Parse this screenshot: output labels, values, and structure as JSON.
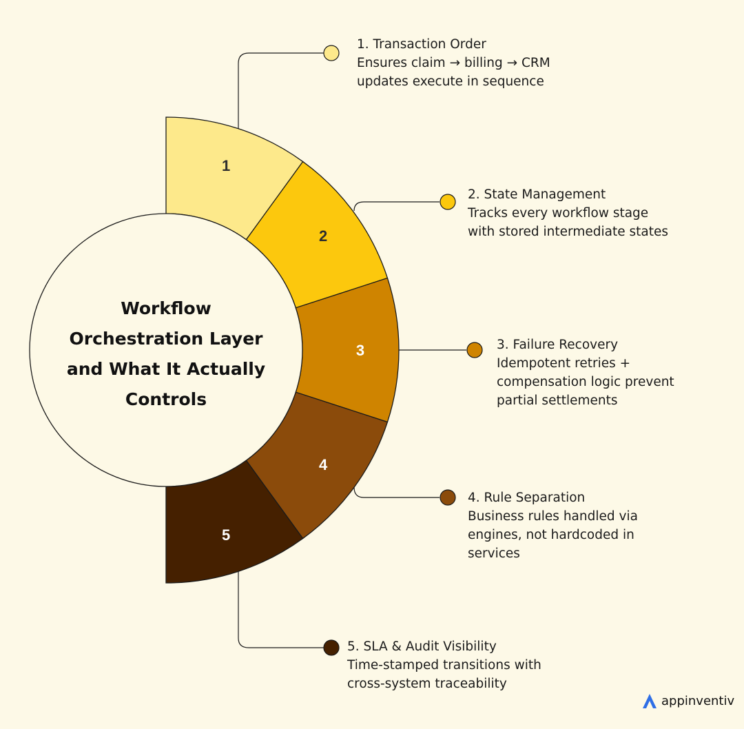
{
  "title": "Workflow\nOrchestration Layer\nand What It Actually\nControls",
  "segments": [
    {
      "number": "1",
      "color": "#fde98b",
      "text_color": "#2e2e2e"
    },
    {
      "number": "2",
      "color": "#fcc80d",
      "text_color": "#2e2e2e"
    },
    {
      "number": "3",
      "color": "#cf8400",
      "text_color": "#ffffff"
    },
    {
      "number": "4",
      "color": "#8b4b0b",
      "text_color": "#ffffff"
    },
    {
      "number": "5",
      "color": "#452000",
      "text_color": "#ffffff"
    }
  ],
  "items": [
    {
      "title": "1. Transaction Order",
      "description": "Ensures claim → billing → CRM\nupdates execute in sequence"
    },
    {
      "title": "2. State Management",
      "description": "Tracks every workflow stage\nwith stored intermediate states"
    },
    {
      "title": "3. Failure Recovery",
      "description": "Idempotent retries +\ncompensation logic prevent\npartial settlements"
    },
    {
      "title": "4. Rule Separation",
      "description": "Business rules handled via\nengines, not hardcoded in\nservices"
    },
    {
      "title": "5. SLA & Audit Visibility",
      "description": "Time-stamped transitions with\ncross-system traceability"
    }
  ],
  "logo": {
    "text": "appinventiv",
    "icon": "appinventiv-logo-icon",
    "color": "#2f6fe6"
  }
}
